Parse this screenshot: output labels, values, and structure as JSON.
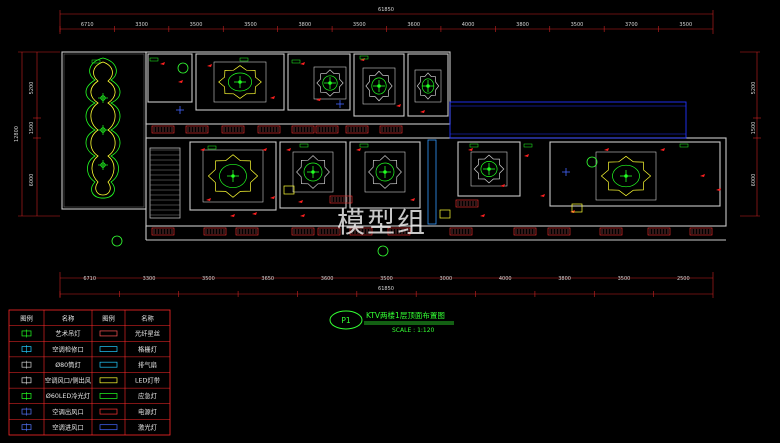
{
  "drawing": {
    "top_total": "61850",
    "top_dims": [
      "6710",
      "3300",
      "3500",
      "3500",
      "3800",
      "3500",
      "3600",
      "4000",
      "3800",
      "3500",
      "3700",
      "3500"
    ],
    "bottom_total": "61850",
    "bottom_dims": [
      "6710",
      "3300",
      "3500",
      "3650",
      "3600",
      "3500",
      "3000",
      "4000",
      "3800",
      "3500",
      "2500"
    ],
    "left_dims": [
      "5200",
      "1500",
      "6000"
    ],
    "left_total": "12800",
    "right_dims": [
      "5200",
      "1500",
      "6000"
    ],
    "watermark": "模型组"
  },
  "title_block": {
    "badge": "P1",
    "title": "KTV两楼1层顶面布置图",
    "scale": "SCALE :   1:120"
  },
  "legend": {
    "headers": [
      "图例",
      "名称",
      "图例",
      "名称"
    ],
    "rows": [
      {
        "left": "艺术吊灯",
        "right": "光纤星丝"
      },
      {
        "left": "空调检修口",
        "right": "格栅灯"
      },
      {
        "left": "Ø80筒灯",
        "right": "排气扇"
      },
      {
        "left": "空调风口/侧出风",
        "right": "LED灯带"
      },
      {
        "left": "Ø60LED冷光灯",
        "right": "应急灯"
      },
      {
        "left": "空调出风口",
        "right": "电源灯"
      },
      {
        "left": "空调进风口",
        "right": "激光灯"
      }
    ],
    "colors": {
      "grid": "#ff2a2a",
      "text": "#e6e6e6",
      "accent": "#22ff22"
    }
  }
}
